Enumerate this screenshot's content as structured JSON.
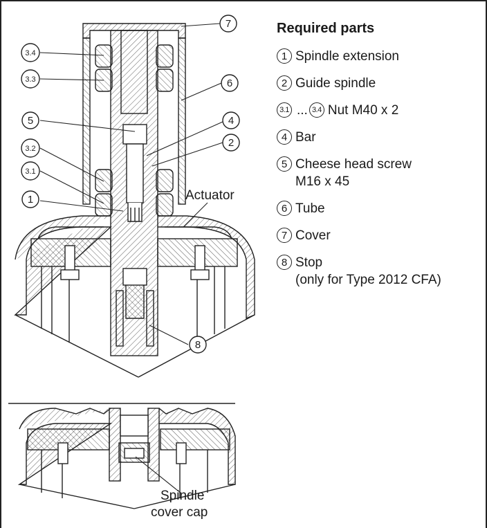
{
  "parts_title": "Required parts",
  "parts": [
    {
      "num": "1",
      "text": "Spindle extension"
    },
    {
      "num": "2",
      "text": "Guide spindle"
    },
    {
      "num": "3.1",
      "num_end": "3.4",
      "range_sep": "...",
      "text": "Nut M40 x 2"
    },
    {
      "num": "4",
      "text": "Bar"
    },
    {
      "num": "5",
      "text": "Cheese head screw\nM16 x 45"
    },
    {
      "num": "6",
      "text": "Tube"
    },
    {
      "num": "7",
      "text": "Cover"
    },
    {
      "num": "8",
      "text": "Stop\n(only for Type 2012 CFA)"
    }
  ],
  "callouts": {
    "c7": "7",
    "c34": "3.4",
    "c33": "3.3",
    "c6": "6",
    "c5": "5",
    "c4": "4",
    "c2": "2",
    "c32": "3.2",
    "c31": "3.1",
    "c1": "1",
    "c8": "8"
  },
  "labels": {
    "actuator": "Actuator",
    "spindle_cap_line1": "Spindle",
    "spindle_cap_line2": "cover cap"
  }
}
